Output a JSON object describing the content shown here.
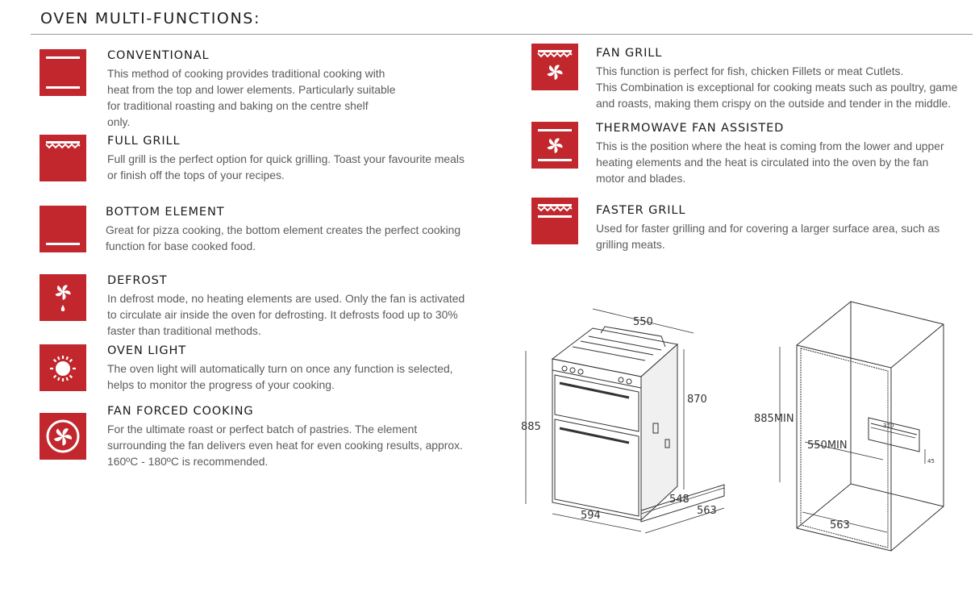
{
  "page": {
    "title": "OVEN MULTI-FUNCTIONS:",
    "accent_color": "#c1272d"
  },
  "functions": [
    {
      "name": "CONVENTIONAL",
      "icon": "conventional-icon",
      "lines": [
        "This method of cooking provides traditional cooking with",
        "heat from the top and lower elements. Particularly suitable",
        "for traditional roasting and baking on the centre shelf",
        "only."
      ]
    },
    {
      "name": "FULL GRILL",
      "icon": "full-grill-icon",
      "lines": [
        "Full grill is the perfect option for quick grilling. Toast your favourite meals",
        "or finish off the tops of your recipes."
      ]
    },
    {
      "name": "BOTTOM ELEMENT",
      "icon": "bottom-element-icon",
      "lines": [
        "Great for pizza cooking, the bottom element creates the perfect cooking",
        "function for base cooked food."
      ]
    },
    {
      "name": "DEFROST",
      "icon": "defrost-icon",
      "lines": [
        "In defrost mode, no heating elements are used. Only the fan is activated",
        "to circulate air inside the oven for defrosting. It defrosts food up to 30%",
        "faster than traditional methods."
      ]
    },
    {
      "name": "OVEN LIGHT",
      "icon": "oven-light-icon",
      "lines": [
        "The oven light will automatically turn on once any function is selected,",
        "helps to monitor the progress of your cooking."
      ]
    },
    {
      "name": "FAN FORCED COOKING",
      "icon": "fan-forced-icon",
      "lines": [
        "For the ultimate roast or perfect batch of pastries. The element",
        "surrounding the fan delivers even heat for even cooking results, approx.",
        "160ºC - 180ºC is recommended."
      ]
    },
    {
      "name": "FAN GRILL",
      "icon": "fan-grill-icon",
      "lines": [
        "This function is perfect for fish, chicken Fillets or meat Cutlets.",
        "This Combination is exceptional for cooking meats such as poultry, game",
        "and roasts, making them crispy on the outside and tender in the middle."
      ]
    },
    {
      "name": "THERMOWAVE FAN ASSISTED",
      "icon": "thermowave-icon",
      "lines": [
        "This is the position where the heat is coming from the lower and upper",
        "heating elements and the heat is circulated into the oven by the fan",
        "motor and blades."
      ]
    },
    {
      "name": "FASTER GRILL",
      "icon": "faster-grill-icon",
      "lines": [
        "Used for faster grilling and for covering a larger surface area, such as",
        "grilling meats."
      ]
    }
  ],
  "oven_diagram": {
    "width_top": "550",
    "height_right": "870",
    "height_left": "885",
    "depth_a": "548",
    "depth_b": "563",
    "width_bottom": "594"
  },
  "cabinet_diagram": {
    "height": "885MIN",
    "width": "550MIN",
    "depth": "563",
    "cutout_w": "320",
    "cutout_h": "45"
  }
}
